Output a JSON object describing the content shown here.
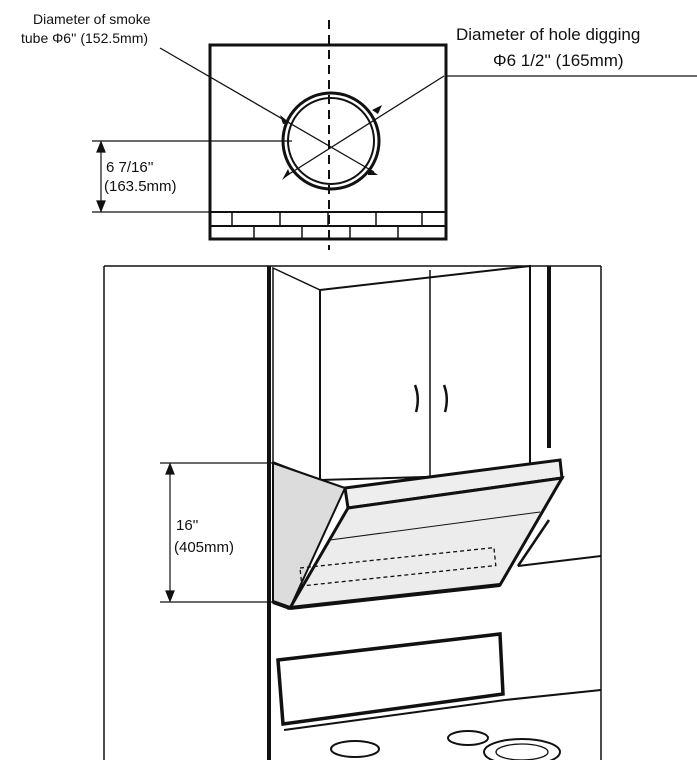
{
  "top_view": {
    "smoke_tube": {
      "line1": "Diameter of smoke",
      "line2": "tube Φ6'' (152.5mm)"
    },
    "hole_digging": {
      "line1": "Diameter of hole digging",
      "line2": "Φ6 1/2'' (165mm)"
    },
    "height_dim": {
      "line1": "6 7/16''",
      "line2": "(163.5mm)"
    }
  },
  "install_view": {
    "height_dim": {
      "line1": "16''",
      "line2": "(405mm)"
    }
  }
}
